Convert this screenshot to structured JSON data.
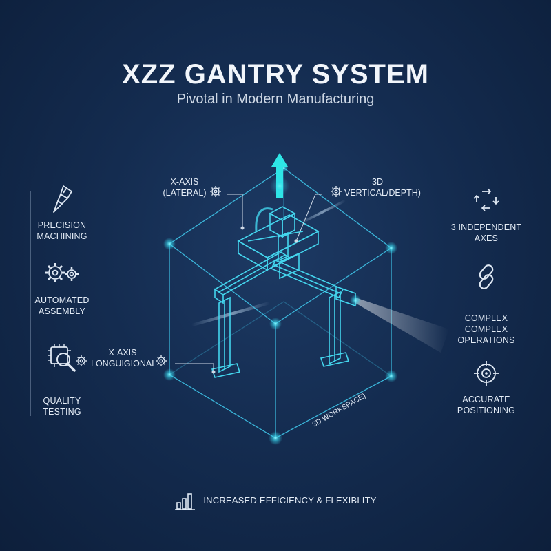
{
  "header": {
    "title": "XZZ GANTRY SYSTEM",
    "subtitle": "Pivotal in Modern Manufacturing"
  },
  "left_features": [
    {
      "label_line1": "PRECISION",
      "label_line2": "MACHINING",
      "icon": "drill-bit-icon"
    },
    {
      "label_line1": "AUTOMATED",
      "label_line2": "ASSEMBLY",
      "icon": "gears-icon"
    },
    {
      "label_line1": "QUALITY",
      "label_line2": "TESTING",
      "icon": "chip-magnifier-icon"
    }
  ],
  "right_features": [
    {
      "label_line1": "3 INDEPENDENT",
      "label_line2": "AXES",
      "icon": "cycle-arrows-icon"
    },
    {
      "label_line1": "COMPLEX",
      "label_line2": "COMPLEX",
      "label_line3": "OPERATIONS",
      "icon": "chain-link-icon"
    },
    {
      "label_line1": "ACCURATE",
      "label_line2": "POSITIONING",
      "icon": "crosshair-icon"
    }
  ],
  "callouts": {
    "lateral_line1": "X-AXIS",
    "lateral_line2": "(LATERAL)",
    "vertical_line1": "3D",
    "vertical_line2": "VERTICAL/DEPTH)",
    "longitudinal_line1": "X-AXIS",
    "longitudinal_line2": "LONGUIGIONAL",
    "workspace": "3D WORKSPACE)"
  },
  "footer": {
    "label": "INCREASED EFFICIENCY & FLEXIBLITY",
    "icon": "bar-chart-icon"
  },
  "colors": {
    "background": "#142c50",
    "accent_cyan": "#2ee6e6",
    "wireframe": "#3fc4e8",
    "text": "#e4ecf6"
  }
}
